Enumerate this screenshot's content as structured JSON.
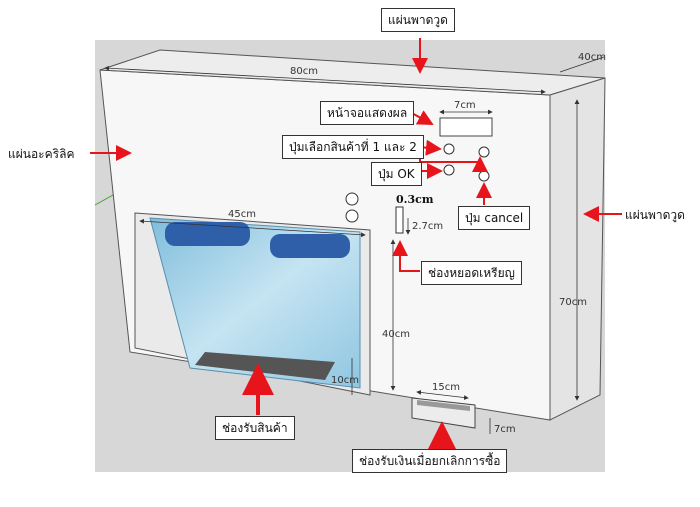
{
  "labels": {
    "top_panel": "แผ่นพาดวูด",
    "right_panel": "แผ่นพาดวูด",
    "acrylic": "แผ่นอะคริลิค",
    "display": "หน้าจอแสดงผล",
    "select_buttons": "ปุ่มเลือกสินค้าที่ 1 และ 2",
    "ok_button": "ปุ่ม OK",
    "cancel_button": "ปุ่ม cancel",
    "coin_slot": "ช่องหยอดเหรียญ",
    "product_slot": "ช่องรับสินค้า",
    "refund_slot": "ช่องรับเงินเมื่อยกเลิกการซื้อ"
  },
  "dimensions": {
    "width": "80cm",
    "depth": "40cm",
    "height": "70cm",
    "display_width": "7cm",
    "window_width": "45cm",
    "window_height": "40cm",
    "tray_height": "10cm",
    "slot_thickness": "0.3cm",
    "slot_height": "2.7cm",
    "refund_width": "15cm",
    "refund_height": "7cm"
  },
  "colors": {
    "arrow": "#e8141c",
    "box_face": "#f7f7f7",
    "box_side": "#e4e4e4",
    "glass": "#a9d3e8",
    "can": "#2f5fa8",
    "background": "#d7d7d7"
  }
}
